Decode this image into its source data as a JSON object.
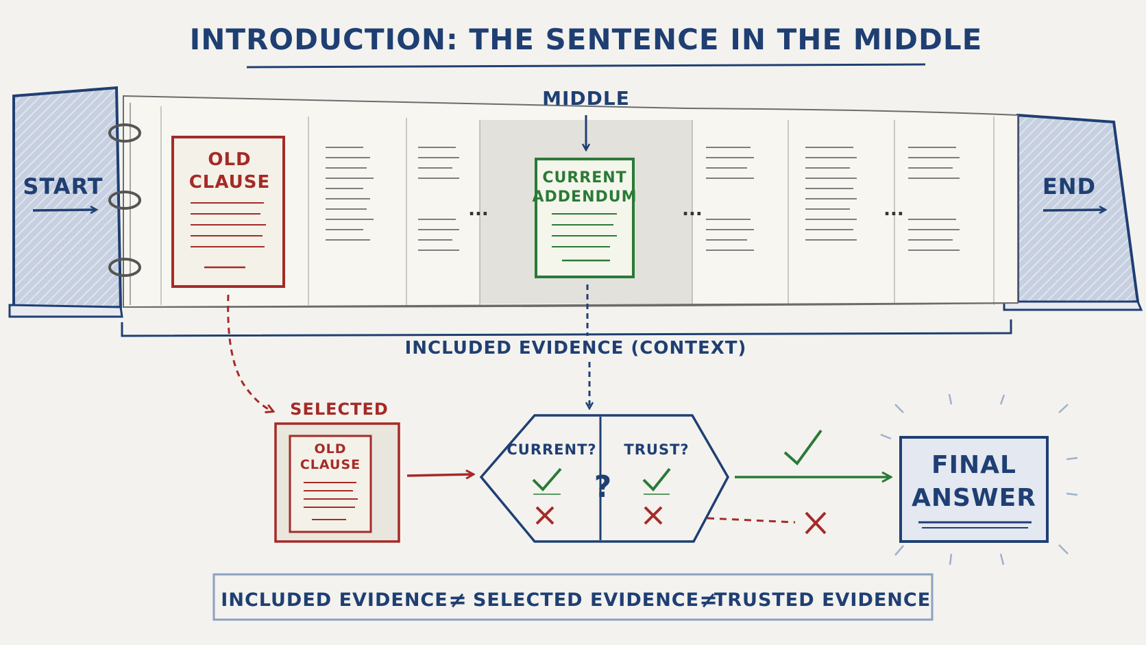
{
  "title": "INTRODUCTION: THE SENTENCE IN THE MIDDLE",
  "binder": {
    "start_label": "START",
    "end_label": "END",
    "middle_label": "MIDDLE",
    "old_clause_lines": [
      "OLD",
      "CLAUSE"
    ],
    "current_addendum_lines": [
      "CURRENT",
      "ADDENDUM"
    ],
    "ellipsis": "..."
  },
  "context_label": "INCLUDED EVIDENCE (CONTEXT)",
  "selected": {
    "label": "SELECTED",
    "card_lines": [
      "OLD",
      "CLAUSE"
    ]
  },
  "decision": {
    "current_label": "CURRENT?",
    "trust_label": "TRUST?",
    "question_mark": "?"
  },
  "final_answer_lines": [
    "FINAL",
    "ANSWER"
  ],
  "summary": {
    "included": "INCLUDED EVIDENCE",
    "selected": "SELECTED EVIDENCE",
    "trusted": "TRUSTED EVIDENCE",
    "not_equal": "≠"
  },
  "colors": {
    "blue": "#1f3f73",
    "red": "#a52a27",
    "green": "#2a7a36",
    "background": "#f3f2ee"
  }
}
